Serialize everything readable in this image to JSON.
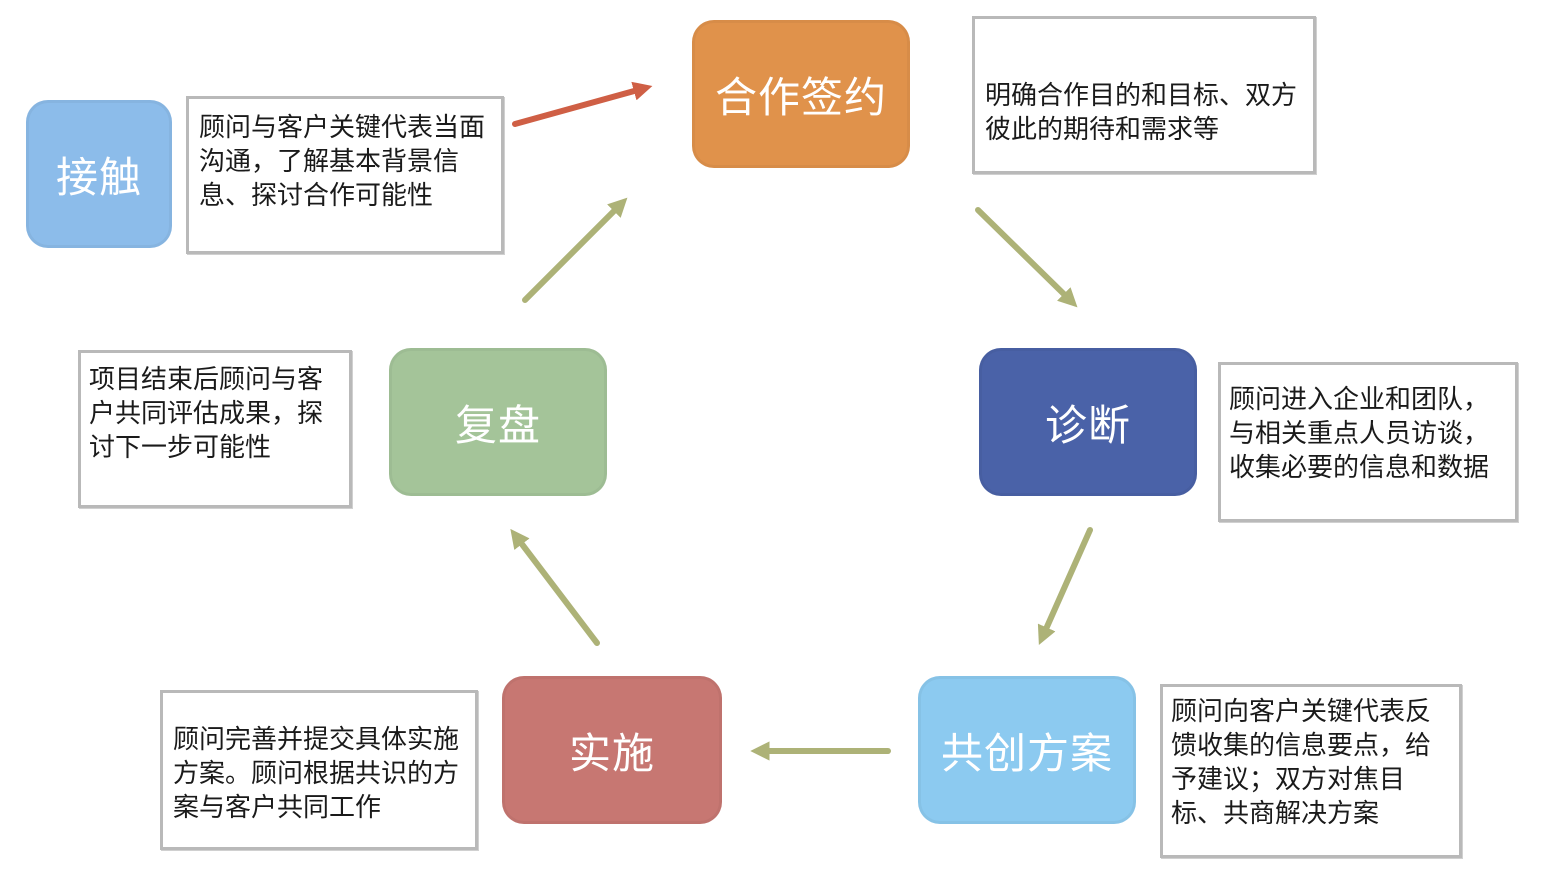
{
  "colors": {
    "contact": "#8CBCEA",
    "sign": "#E0924B",
    "diagnose": "#4A62A8",
    "cocreate": "#8CCAF0",
    "implement": "#C77772",
    "review": "#A4C499",
    "arrow_main": "#ADB277",
    "arrow_accent": "#CF5F45"
  },
  "stages": {
    "contact": {
      "label": "接触",
      "note": "顾问与客户关键代表当面沟通，了解基本背景信息、探讨合作可能性"
    },
    "sign": {
      "label": "合作签约",
      "note": "明确合作目的和目标、双方彼此的期待和需求等"
    },
    "diagnose": {
      "label": "诊断",
      "note": "顾问进入企业和团队，与相关重点人员访谈，收集必要的信息和数据"
    },
    "cocreate": {
      "label": "共创方案",
      "note": "顾问向客户关键代表反馈收集的信息要点，给予建议；双方对焦目标、共商解决方案"
    },
    "implement": {
      "label": "实施",
      "note": "顾问完善并提交具体实施方案。顾问根据共识的方案与客户共同工作"
    },
    "review": {
      "label": "复盘",
      "note": "项目结束后顾问与客户共同评估成果，探讨下一步可能性"
    }
  }
}
